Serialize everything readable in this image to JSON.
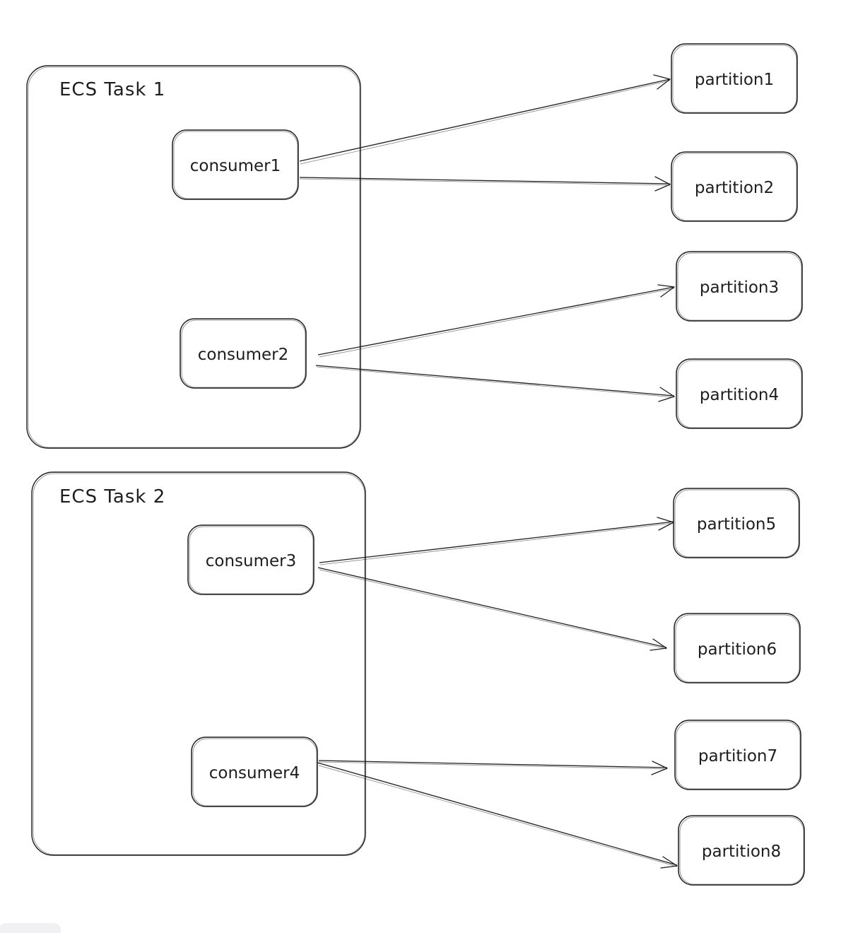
{
  "groups": [
    {
      "id": "task1",
      "label": "ECS Task 1"
    },
    {
      "id": "task2",
      "label": "ECS Task 2"
    }
  ],
  "consumers": [
    {
      "id": "consumer1",
      "label": "consumer1",
      "group": "task1"
    },
    {
      "id": "consumer2",
      "label": "consumer2",
      "group": "task1"
    },
    {
      "id": "consumer3",
      "label": "consumer3",
      "group": "task2"
    },
    {
      "id": "consumer4",
      "label": "consumer4",
      "group": "task2"
    }
  ],
  "partitions": [
    {
      "id": "partition1",
      "label": "partition1"
    },
    {
      "id": "partition2",
      "label": "partition2"
    },
    {
      "id": "partition3",
      "label": "partition3"
    },
    {
      "id": "partition4",
      "label": "partition4"
    },
    {
      "id": "partition5",
      "label": "partition5"
    },
    {
      "id": "partition6",
      "label": "partition6"
    },
    {
      "id": "partition7",
      "label": "partition7"
    },
    {
      "id": "partition8",
      "label": "partition8"
    }
  ],
  "edges": [
    {
      "from": "consumer1",
      "to": "partition1"
    },
    {
      "from": "consumer1",
      "to": "partition2"
    },
    {
      "from": "consumer2",
      "to": "partition3"
    },
    {
      "from": "consumer2",
      "to": "partition4"
    },
    {
      "from": "consumer3",
      "to": "partition5"
    },
    {
      "from": "consumer3",
      "to": "partition6"
    },
    {
      "from": "consumer4",
      "to": "partition7"
    },
    {
      "from": "consumer4",
      "to": "partition8"
    }
  ],
  "colors": {
    "stroke": "#1e1e1e",
    "background": "#ffffff"
  }
}
